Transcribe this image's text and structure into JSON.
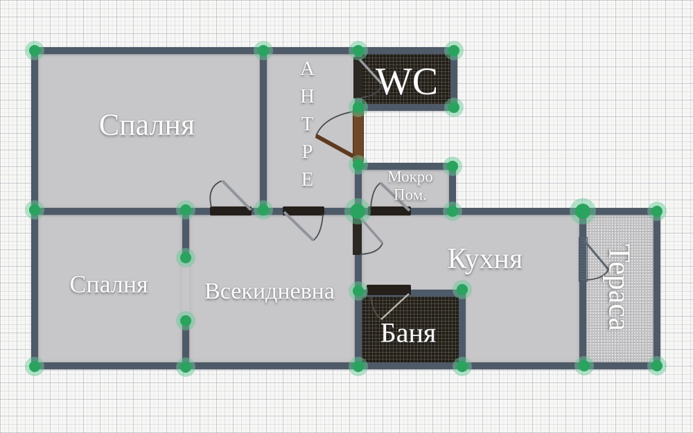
{
  "app": {
    "type": "floor-plan-editor-canvas"
  },
  "colors": {
    "wall": "#4e5a68",
    "floor": "#c7c6c8",
    "tile_dark": "#221f1a",
    "terrace_floor": "#c1c0c2",
    "vertex_green": "#29a35e",
    "entry_door_brown": "#6f4829",
    "label_text": "#fbfbfb"
  },
  "rooms": {
    "bedroom_top": {
      "label": "Спалня"
    },
    "antre": {
      "label": "АНТРЕ"
    },
    "wc": {
      "label": "WC"
    },
    "mokro": {
      "label": "Мокро Пом."
    },
    "bedroom_bottom": {
      "label": "Спалня"
    },
    "living": {
      "label": "Всекидневна"
    },
    "kitchen": {
      "label": "Кухня"
    },
    "banya": {
      "label": "Баня"
    },
    "terrace": {
      "label": "Тераса"
    }
  }
}
